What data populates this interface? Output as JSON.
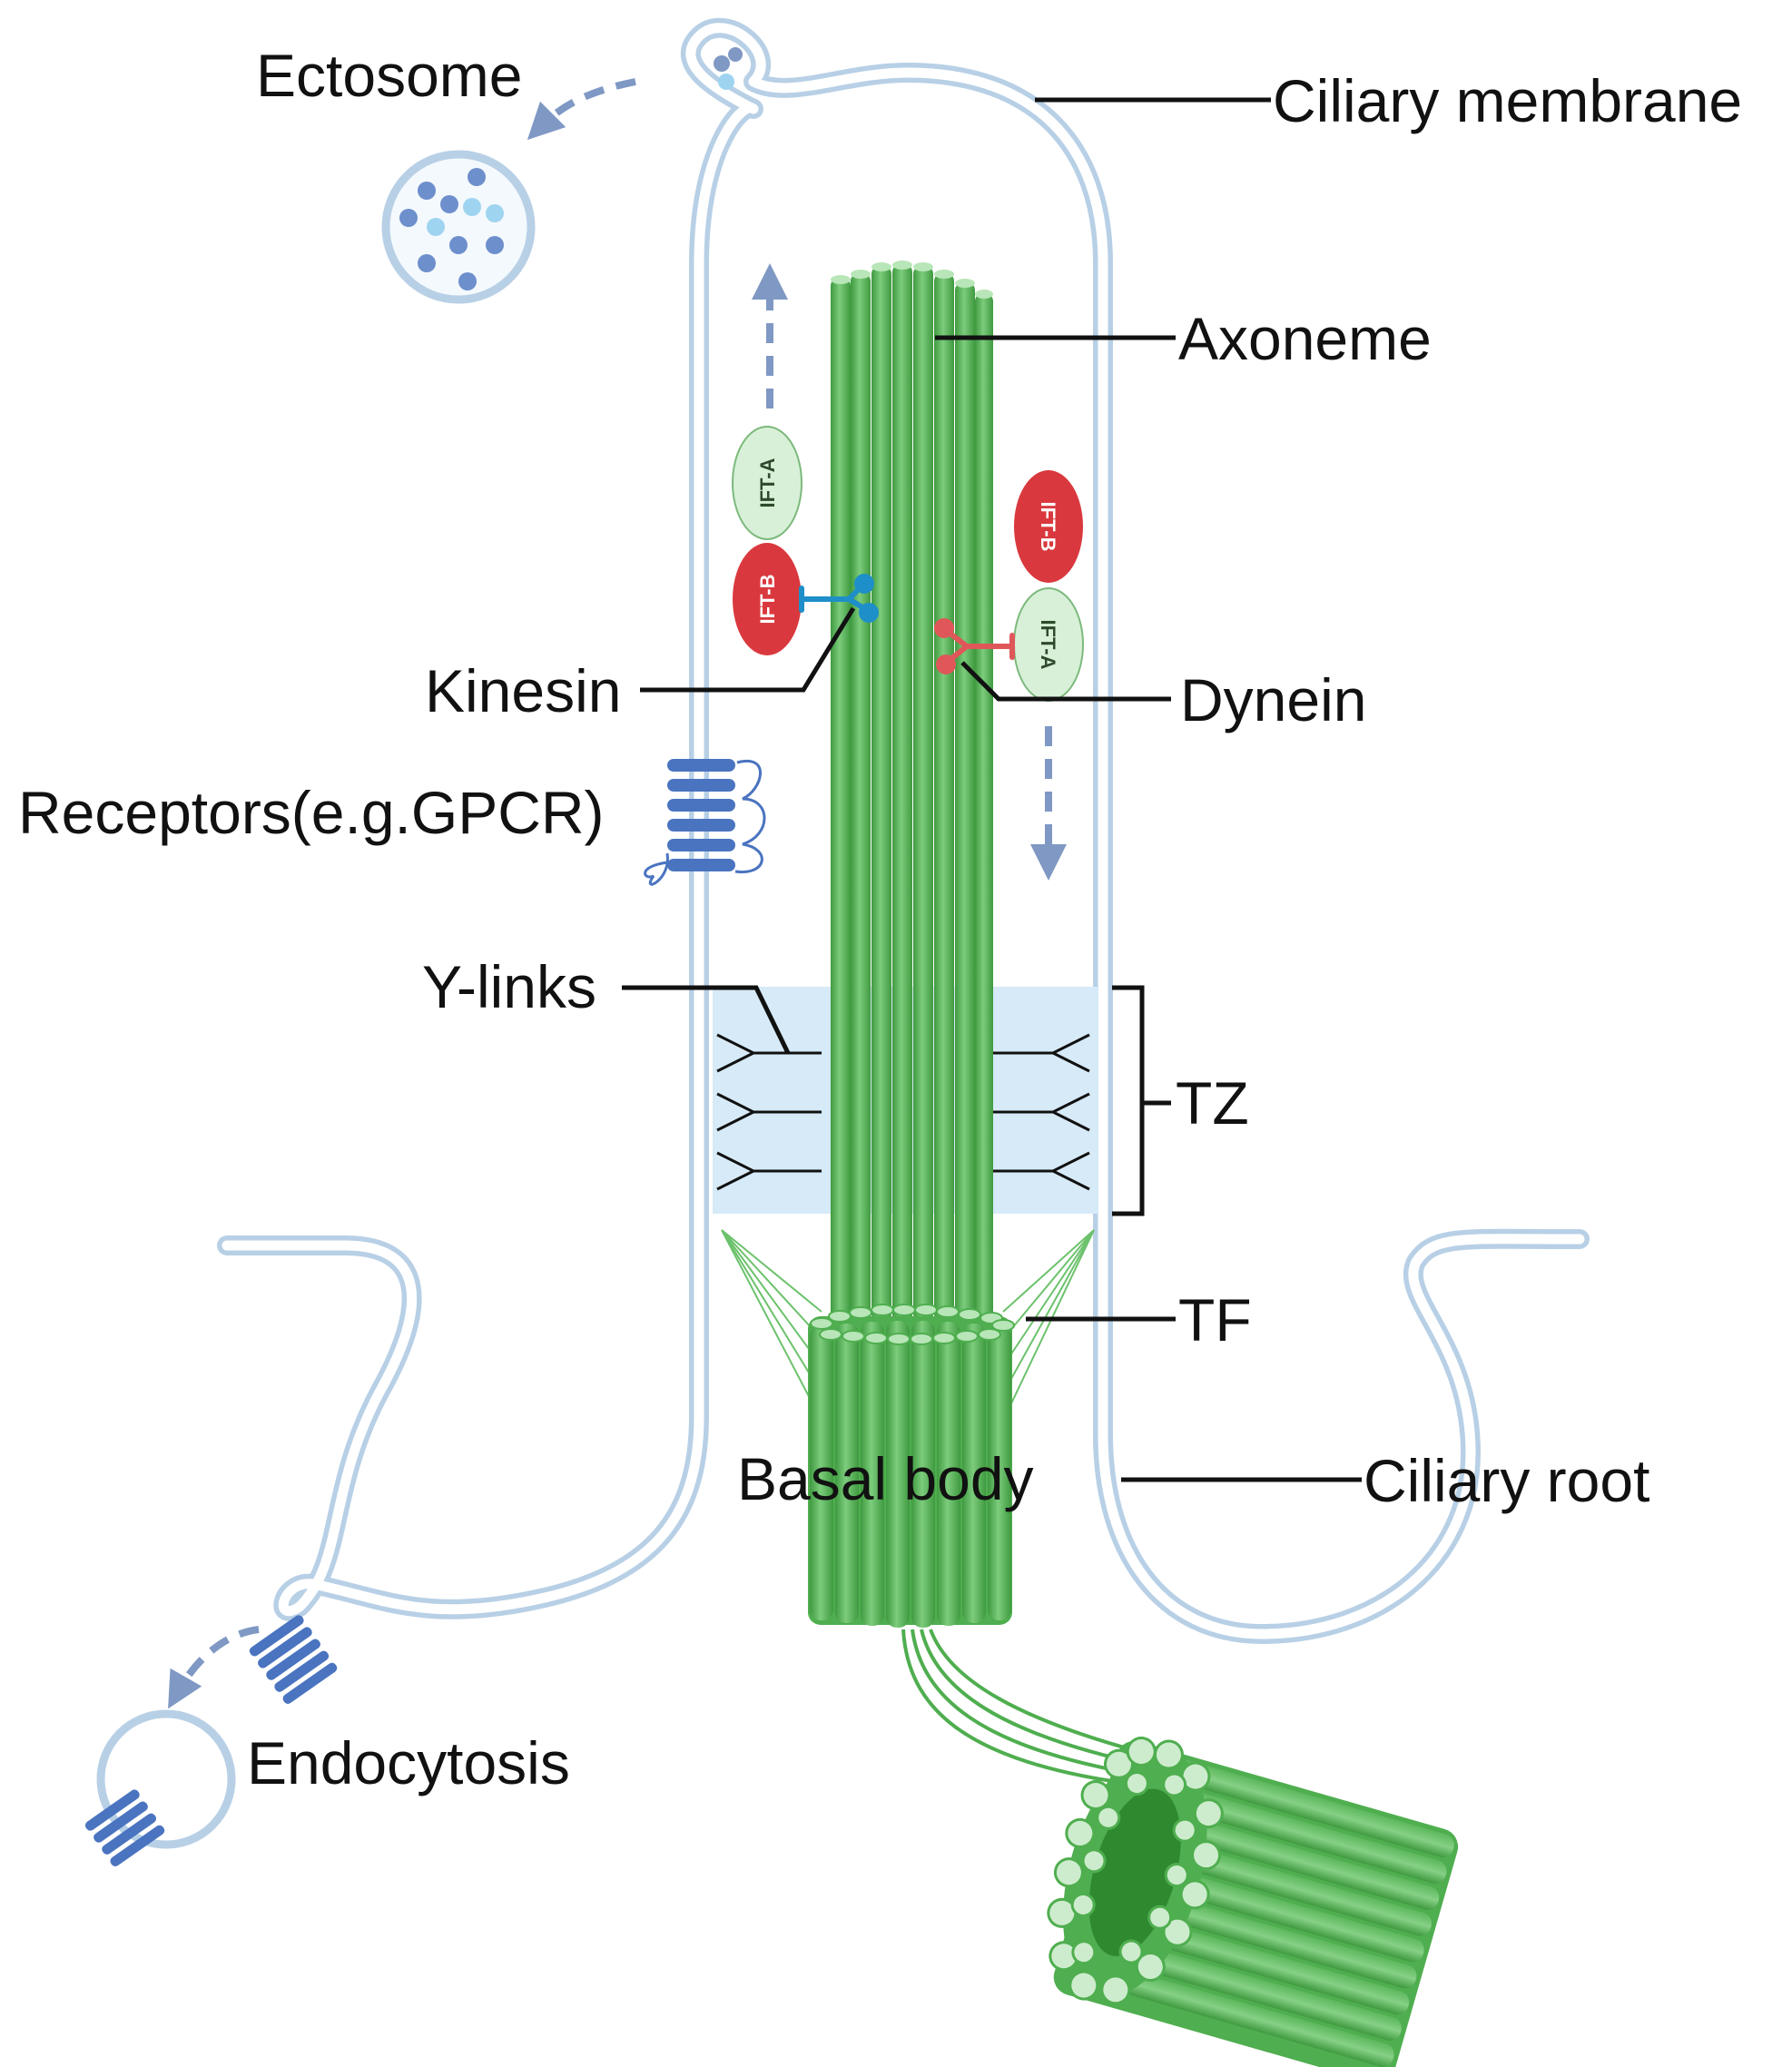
{
  "labels": {
    "ectosome": "Ectosome",
    "ciliary_membrane": "Ciliary membrane",
    "axoneme": "Axoneme",
    "kinesin": "Kinesin",
    "dynein": "Dynein",
    "receptors": "Receptors(e.g.GPCR)",
    "y_links": "Y-links",
    "tz": "TZ",
    "tf": "TF",
    "basal_body": "Basal body",
    "ciliary_root": "Ciliary root",
    "endocytosis": "Endocytosis"
  },
  "ift": {
    "left_top": "IFT-A",
    "left_bottom": "IFT-B",
    "right_top": "IFT-B",
    "right_bottom": "IFT-A"
  },
  "colors": {
    "membrane": "#b8d0e6",
    "microtubule": "#5cb85c",
    "microtubule_light": "#8fd48f",
    "microtubule_dark": "#3f9a3f",
    "ift_a": "#d8f0d8",
    "ift_b": "#d9393e",
    "kinesin": "#1e8fc8",
    "dynein": "#e0575a",
    "receptor": "#4a74c0",
    "transition_zone": "#d6eaf8",
    "arrow": "#7f98c4"
  },
  "icons": {
    "ectosome_vesicle": "vesicle-icon",
    "receptor": "gpcr-icon",
    "motor_kinesin": "kinesin-motor-icon",
    "motor_dynein": "dynein-motor-icon"
  }
}
